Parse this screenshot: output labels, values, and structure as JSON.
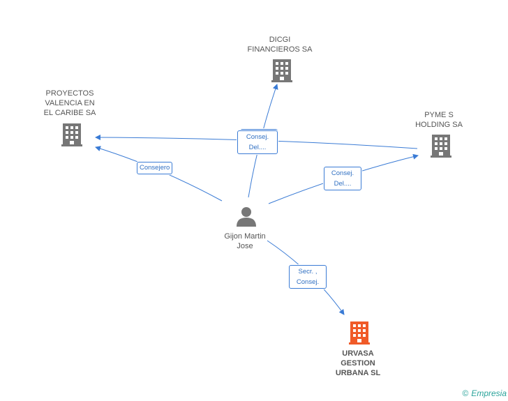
{
  "colors": {
    "edge": "#3a7bd5",
    "building": "#777777",
    "building_main": "#f05a28",
    "person": "#777777"
  },
  "nodes": {
    "dicgi": {
      "label": "DICGI\nFINANCIEROS SA",
      "icon": "building-icon"
    },
    "proyectos": {
      "label": "PROYECTOS\nVALENCIA EN\nEL CARIBE SA",
      "icon": "building-icon"
    },
    "pyme": {
      "label": "PYME S\nHOLDING SA",
      "icon": "building-icon"
    },
    "person": {
      "label": "Gijon Martin\nJose",
      "icon": "person-icon"
    },
    "urvasa": {
      "label": "URVASA\nGESTION\nURBANA SL",
      "icon": "building-icon"
    }
  },
  "edges": {
    "to_proyectos": "Consejero",
    "to_dicgi": "Consej.\nDel....",
    "to_pyme": "Consej.\nDel....",
    "to_urvasa": "Secr. ,\nConsej."
  },
  "footer": {
    "copyright": "©",
    "brand": "Empresia"
  }
}
